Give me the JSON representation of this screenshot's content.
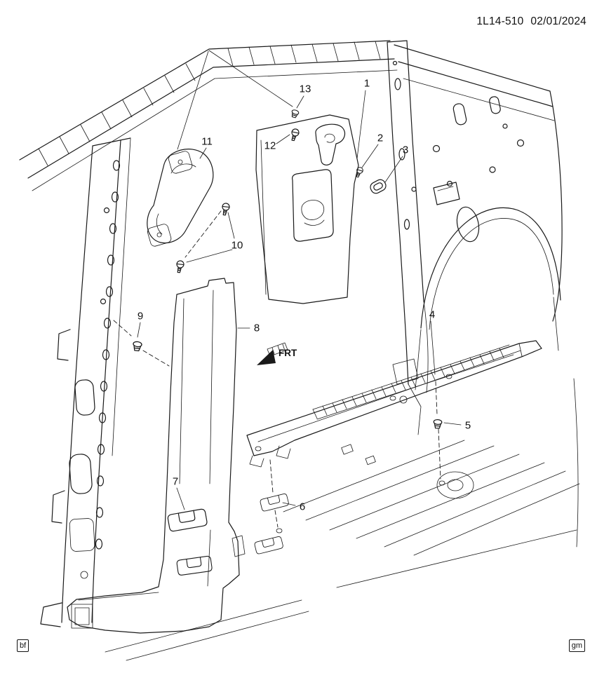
{
  "header": {
    "doc_number": "1L14-510",
    "doc_date": "02/01/2024"
  },
  "diagram": {
    "frt_label": "FRT",
    "callouts": [
      {
        "label": "1"
      },
      {
        "label": "2"
      },
      {
        "label": "3"
      },
      {
        "label": "4"
      },
      {
        "label": "5"
      },
      {
        "label": "6"
      },
      {
        "label": "7"
      },
      {
        "label": "8"
      },
      {
        "label": "9"
      },
      {
        "label": "10"
      },
      {
        "label": "11"
      },
      {
        "label": "12"
      },
      {
        "label": "13"
      }
    ],
    "icon_names": [
      "frt-direction-arrow",
      "screw-icon",
      "clip-icon",
      "retainer-icon",
      "bracket-icon"
    ]
  },
  "footer": {
    "left_code": "bf",
    "right_code": "gm"
  },
  "colors": {
    "ink": "#1a1a1a",
    "background": "#ffffff"
  }
}
